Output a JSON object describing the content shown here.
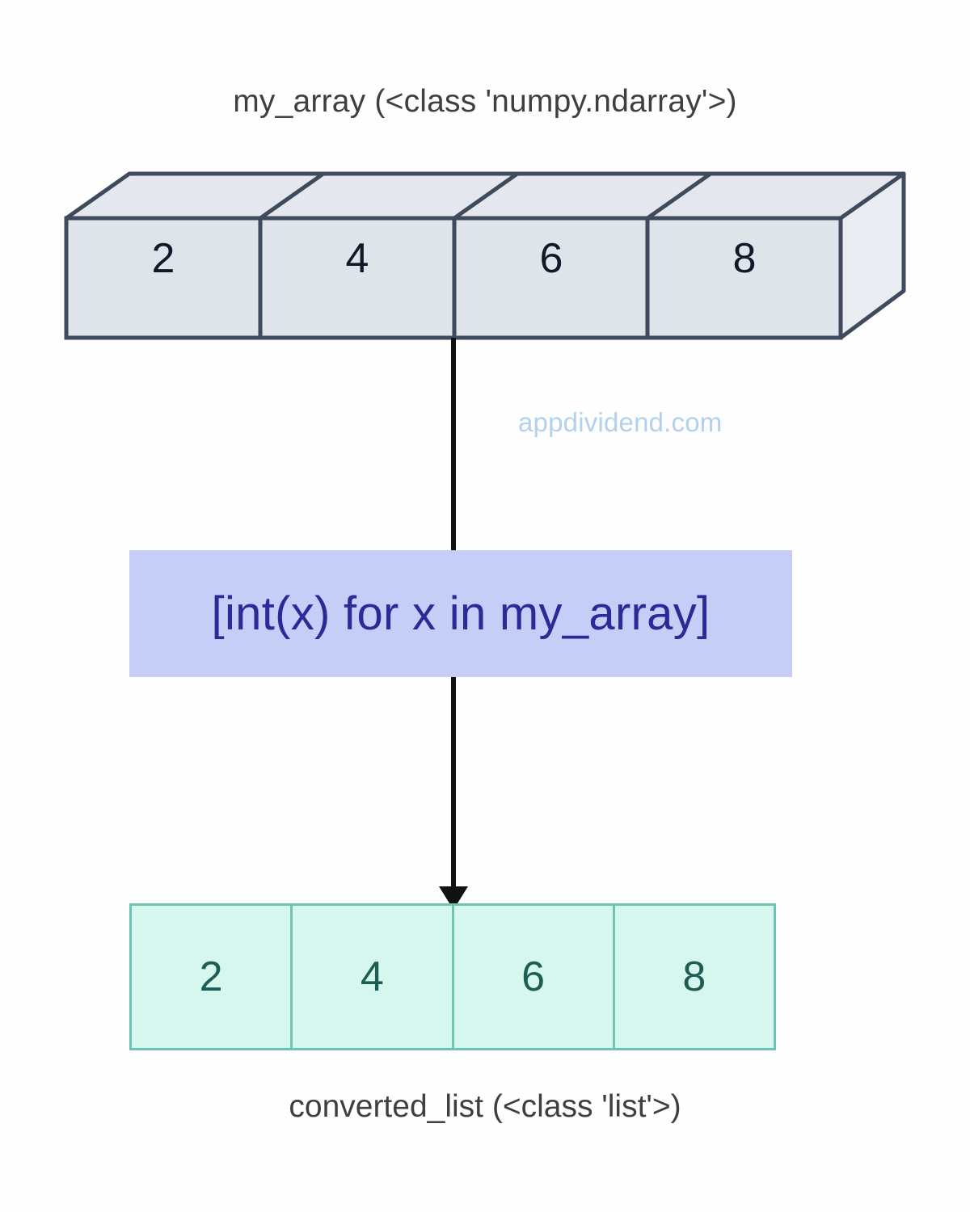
{
  "diagram": {
    "title_top": "my_array (<class 'numpy.ndarray'>)",
    "title_bottom": "converted_list (<class 'list'>)",
    "watermark": "appdividend.com",
    "code_expression": "[int(x) for x in my_array]",
    "source_array": {
      "name": "my_array",
      "type": "<class 'numpy.ndarray'>",
      "values": [
        "2",
        "4",
        "6",
        "8"
      ]
    },
    "result_list": {
      "name": "converted_list",
      "type": "<class 'list'>",
      "values": [
        "2",
        "4",
        "6",
        "8"
      ]
    },
    "colors": {
      "array_fill": "#dfe3ea",
      "array_top_fill": "#e4e8ee",
      "array_stroke": "#3f4a5c",
      "array_text": "#111827",
      "code_bg": "#c6cdf7",
      "code_text": "#2b2b97",
      "list_fill": "#d5f7ee",
      "list_stroke": "#6ec4b2",
      "list_text": "#1d5d54",
      "watermark": "#b3d1ec",
      "caption_text": "#3f3f3f",
      "arrow": "#121212",
      "background": "#fefefe"
    }
  }
}
